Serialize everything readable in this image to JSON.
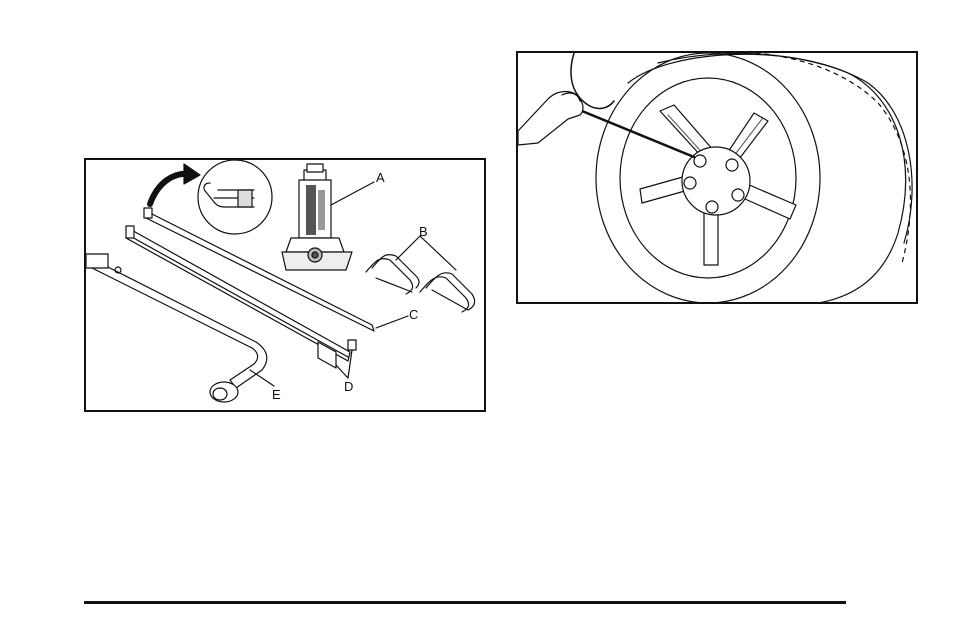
{
  "figures": {
    "tools": {
      "callouts": {
        "a": "A",
        "b": "B",
        "c": "C",
        "d": "D",
        "e": "E"
      }
    }
  }
}
